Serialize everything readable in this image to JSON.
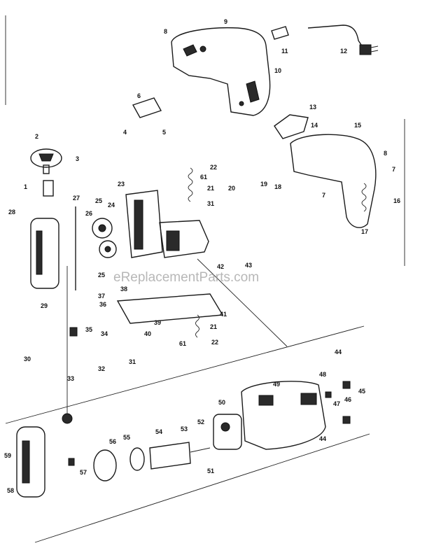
{
  "watermark": "eReplacementParts.com",
  "part_numbers": [
    "1",
    "2",
    "3",
    "4",
    "5",
    "6",
    "7",
    "7",
    "8",
    "8",
    "9",
    "10",
    "11",
    "12",
    "13",
    "14",
    "15",
    "16",
    "17",
    "18",
    "19",
    "20",
    "21",
    "21",
    "22",
    "22",
    "23",
    "24",
    "25",
    "25",
    "26",
    "27",
    "28",
    "29",
    "30",
    "31",
    "31",
    "32",
    "33",
    "34",
    "35",
    "36",
    "37",
    "38",
    "39",
    "40",
    "41",
    "42",
    "43",
    "44",
    "44",
    "45",
    "46",
    "47",
    "48",
    "49",
    "50",
    "51",
    "52",
    "53",
    "54",
    "55",
    "56",
    "57",
    "58",
    "59",
    "61",
    "61"
  ]
}
